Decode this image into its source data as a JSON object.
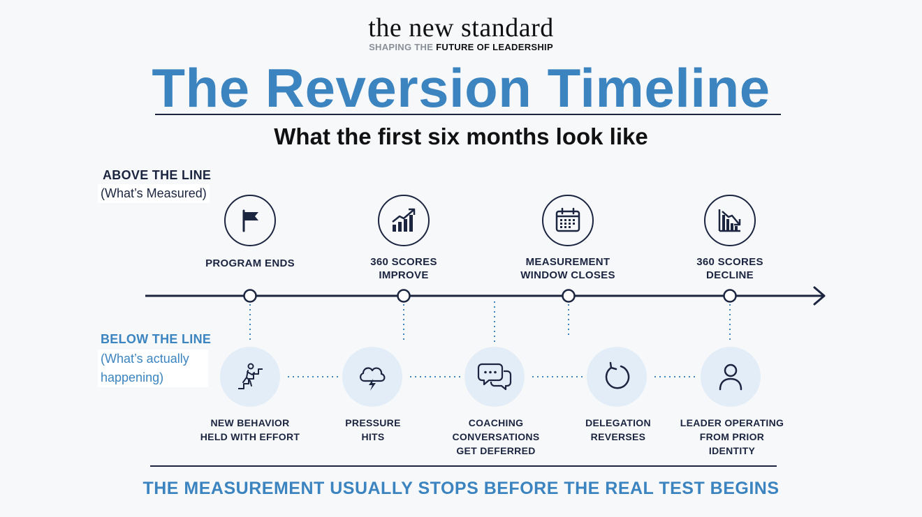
{
  "header": {
    "brand": "the new standard",
    "tagline_muted": "SHAPING THE",
    "tagline_strong": "FUTURE OF LEADERSHIP",
    "title": "The Reversion Timeline",
    "subtitle": "What the first six months look like"
  },
  "lanes": {
    "above": {
      "label": "ABOVE THE LINE",
      "sub": "(What’s Measured)"
    },
    "below": {
      "label": "BELOW THE LINE",
      "sub": "(What’s actually happening)"
    }
  },
  "milestones": [
    {
      "label": "PROGRAM ENDS",
      "icon": "flag-icon"
    },
    {
      "label": "360 SCORES\nIMPROVE",
      "icon": "chart-up-icon"
    },
    {
      "label": "MEASUREMENT\nWINDOW CLOSES",
      "icon": "calendar-icon"
    },
    {
      "label": "360 SCORES\nDECLINE",
      "icon": "chart-down-icon"
    }
  ],
  "stages": [
    {
      "label": "NEW BEHAVIOR\nHELD WITH EFFORT",
      "icon": "climbing-stairs-icon"
    },
    {
      "label": "PRESSURE\nHITS",
      "icon": "storm-cloud-icon"
    },
    {
      "label": "COACHING\nCONVERSATIONS\nGET DEFERRED",
      "icon": "chat-bubbles-icon"
    },
    {
      "label": "DELEGATION\nREVERSES",
      "icon": "undo-arrow-icon"
    },
    {
      "label": "LEADER OPERATING\nFROM PRIOR\nIDENTITY",
      "icon": "person-icon"
    }
  ],
  "footer": "THE MEASUREMENT USUALLY STOPS BEFORE THE REAL TEST BEGINS",
  "colors": {
    "navy": "#1b2540",
    "accent_blue": "#3b84c0",
    "stage_fill": "#e3edf7"
  }
}
